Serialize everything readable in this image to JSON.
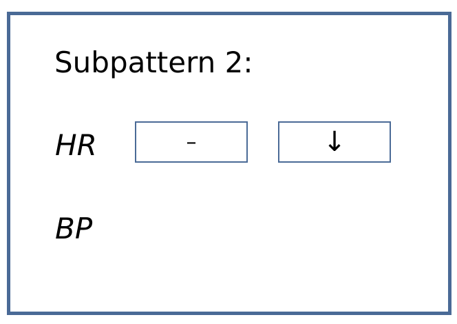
{
  "title": "Subpattern 2:",
  "rows": [
    {
      "label": "HR",
      "cells": [
        "–",
        "↓"
      ]
    },
    {
      "label": "BP",
      "cells": []
    }
  ],
  "colors": {
    "border": "#4a6a96"
  }
}
